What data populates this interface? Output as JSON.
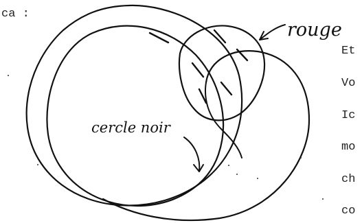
{
  "typed_text": {
    "prefix": "ca :",
    "right_lines": [
      "Et",
      "Vo",
      "Ic",
      "mo",
      "ch",
      "co"
    ]
  },
  "handwritten": {
    "label_red": "rouge",
    "label_black": "cercle noir"
  },
  "colors": {
    "ink": "#111111",
    "typed": "#222222",
    "paper": "#ffffff"
  }
}
